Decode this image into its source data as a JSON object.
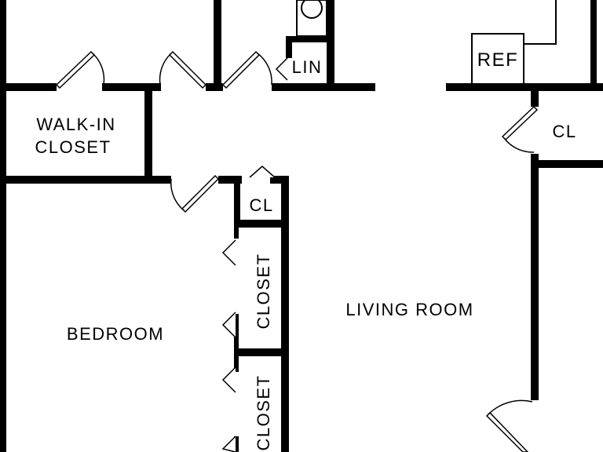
{
  "rooms": {
    "walk_in_closet_line1": "WALK-IN",
    "walk_in_closet_line2": "CLOSET",
    "bedroom": "BEDROOM",
    "living_room": "LIVING ROOM",
    "linen": "LIN",
    "refrigerator": "REF",
    "closet_right": "CL",
    "closet_small": "CL",
    "closet_upper": "CLOSET",
    "closet_lower": "CLOSET"
  },
  "colors": {
    "wall": "#000000",
    "background": "#ffffff"
  }
}
